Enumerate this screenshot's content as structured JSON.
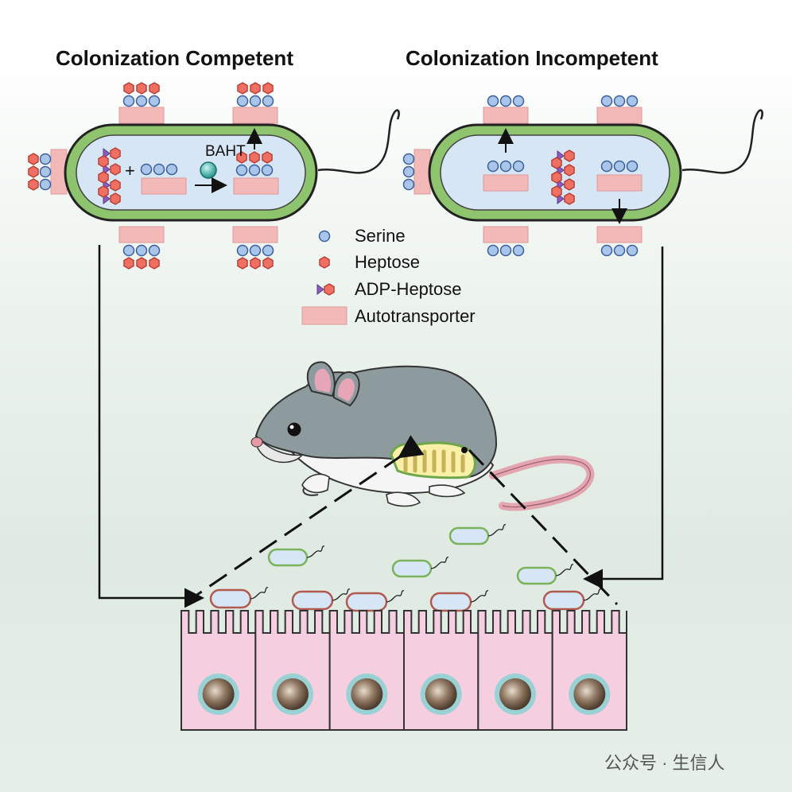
{
  "titles": {
    "left": "Colonization Competent",
    "right": "Colonization Incompetent"
  },
  "labels": {
    "enzyme": "BAHT",
    "plus": "+"
  },
  "legend": {
    "serine": "Serine",
    "heptose": "Heptose",
    "adp_heptose": "ADP-Heptose",
    "autotransporter": "Autotransporter"
  },
  "watermark": "公众号 · 生信人",
  "colors": {
    "serine": "#a9c6ea",
    "heptose": "#ef6f63",
    "adp": "#8a5cc0",
    "autotransporter": "#f3b9b9",
    "membrane": "#9ccc7e",
    "cytoplasm": "#d7e6f4",
    "cell": "#f5cfe0"
  }
}
